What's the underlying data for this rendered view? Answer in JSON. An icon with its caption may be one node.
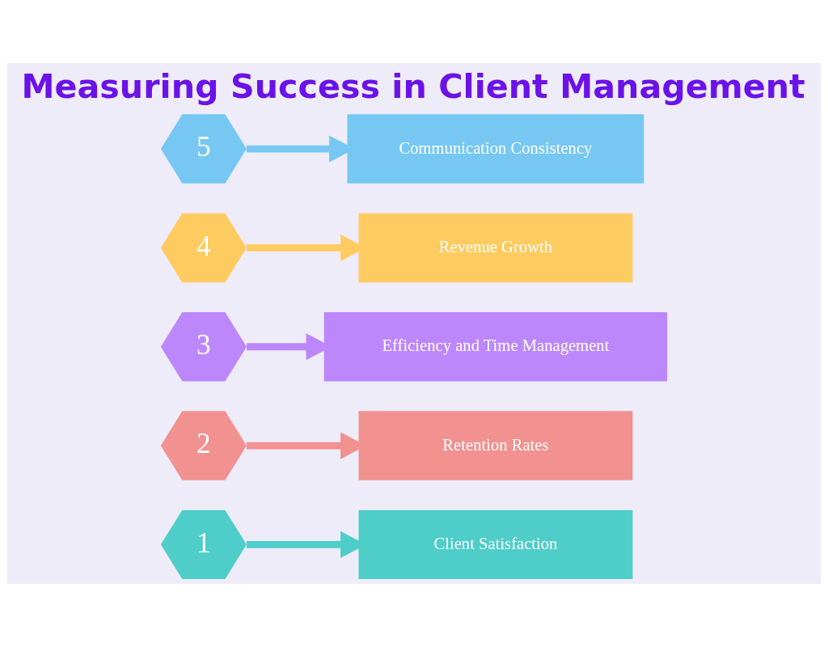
{
  "diagram": {
    "title": "Measuring Success in Client Management",
    "nodes": [
      {
        "text": [
          "1"
        ]
      },
      {
        "text": [
          "Client Satisfaction"
        ]
      },
      {
        "text": [
          "2"
        ]
      },
      {
        "text": [
          "Retention Rates"
        ]
      },
      {
        "text": [
          "3"
        ]
      },
      {
        "text": [
          "Efficiency and Time Management"
        ]
      },
      {
        "text": [
          "4"
        ]
      },
      {
        "text": [
          "Revenue Growth"
        ]
      },
      {
        "text": [
          "5"
        ]
      },
      {
        "text": [
          "Communication Consistency"
        ]
      }
    ],
    "edges": [
      {
        "from": 0,
        "to": 1,
        "arrow": "to",
        "color": "#4ecdc9"
      },
      {
        "from": 2,
        "to": 3,
        "arrow": "to",
        "color": "#f19190"
      },
      {
        "from": 4,
        "to": 5,
        "arrow": "to",
        "color": "#bd87fc"
      },
      {
        "from": 6,
        "to": 7,
        "arrow": "to",
        "color": "#fecb61"
      },
      {
        "from": 8,
        "to": 9,
        "arrow": "to",
        "color": "#76c8f2"
      }
    ]
  }
}
